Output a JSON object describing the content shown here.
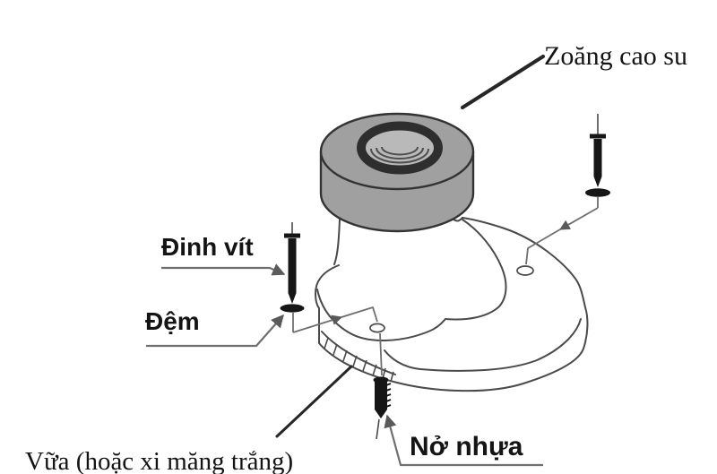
{
  "labels": {
    "gasket": "Zoăng cao su",
    "screw": "Đinh vít",
    "washer": "Đệm",
    "mortar": "Vữa (hoặc xi măng trắng)",
    "anchor": "Nở nhựa"
  },
  "colors": {
    "background": "#ffffff",
    "line": "#4a4a4a",
    "leader": "#6f6f6f",
    "dark_leader": "#262626",
    "gasket_body": "#a0a0a0",
    "gasket_ring": "#2e2e2e",
    "gasket_hole": "#b9b9b9",
    "hardware": "#161616",
    "text": "#141414"
  }
}
